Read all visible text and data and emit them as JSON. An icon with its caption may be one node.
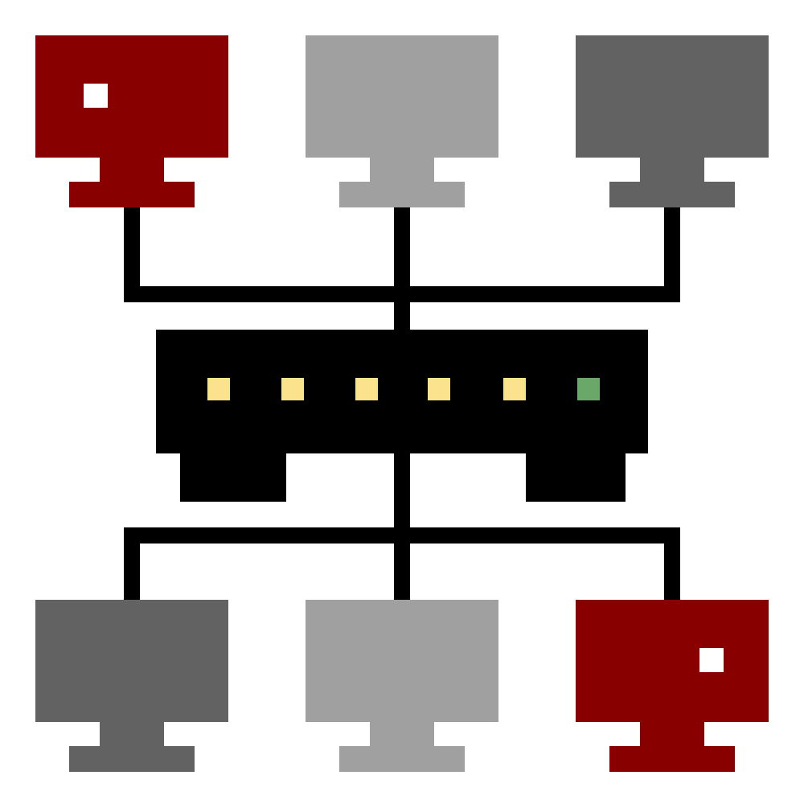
{
  "diagram": {
    "nodes": [
      {
        "text": [],
        "shape": "monitor"
      },
      {
        "text": [],
        "shape": "monitor"
      },
      {
        "text": [],
        "shape": "monitor"
      },
      {
        "text": [],
        "shape": "monitor"
      },
      {
        "text": [],
        "shape": "monitor"
      },
      {
        "text": [],
        "shape": "monitor"
      },
      {
        "text": [],
        "shape": "box"
      }
    ],
    "edges": [
      {
        "from": 0,
        "to": 6,
        "arrow": "none"
      },
      {
        "from": 1,
        "to": 6,
        "arrow": "none"
      },
      {
        "from": 2,
        "to": 6,
        "arrow": "none"
      },
      {
        "from": 3,
        "to": 6,
        "arrow": "none"
      },
      {
        "from": 4,
        "to": 6,
        "arrow": "none"
      },
      {
        "from": 5,
        "to": 6,
        "arrow": "none"
      }
    ]
  }
}
